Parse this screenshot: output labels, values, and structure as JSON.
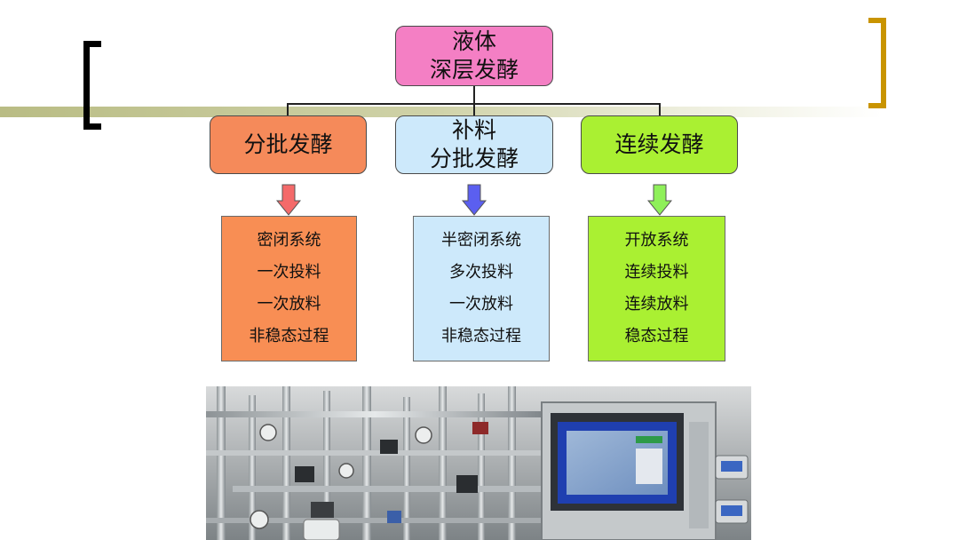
{
  "root": {
    "line1": "液体",
    "line2": "深层发酵"
  },
  "categories": [
    {
      "line1": "分批发酵",
      "line2": ""
    },
    {
      "line1": "补料",
      "line2": "分批发酵"
    },
    {
      "line1": "连续发酵",
      "line2": ""
    }
  ],
  "details": [
    {
      "items": [
        "密闭系统",
        "一次投料",
        "一次放料",
        "非稳态过程"
      ]
    },
    {
      "items": [
        "半密闭系统",
        "多次投料",
        "一次放料",
        "非稳态过程"
      ]
    },
    {
      "items": [
        "开放系统",
        "连续投料",
        "连续放料",
        "稳态过程"
      ]
    }
  ],
  "colors": {
    "root": "#f47fc4",
    "batch": "#f58a5a",
    "fed_batch": "#cde9fb",
    "continuous": "#aaf032",
    "arrow_red": "#f46a6a",
    "arrow_blue": "#5b5ff0",
    "arrow_green": "#8ff05a",
    "bracket_right": "#c99400"
  }
}
